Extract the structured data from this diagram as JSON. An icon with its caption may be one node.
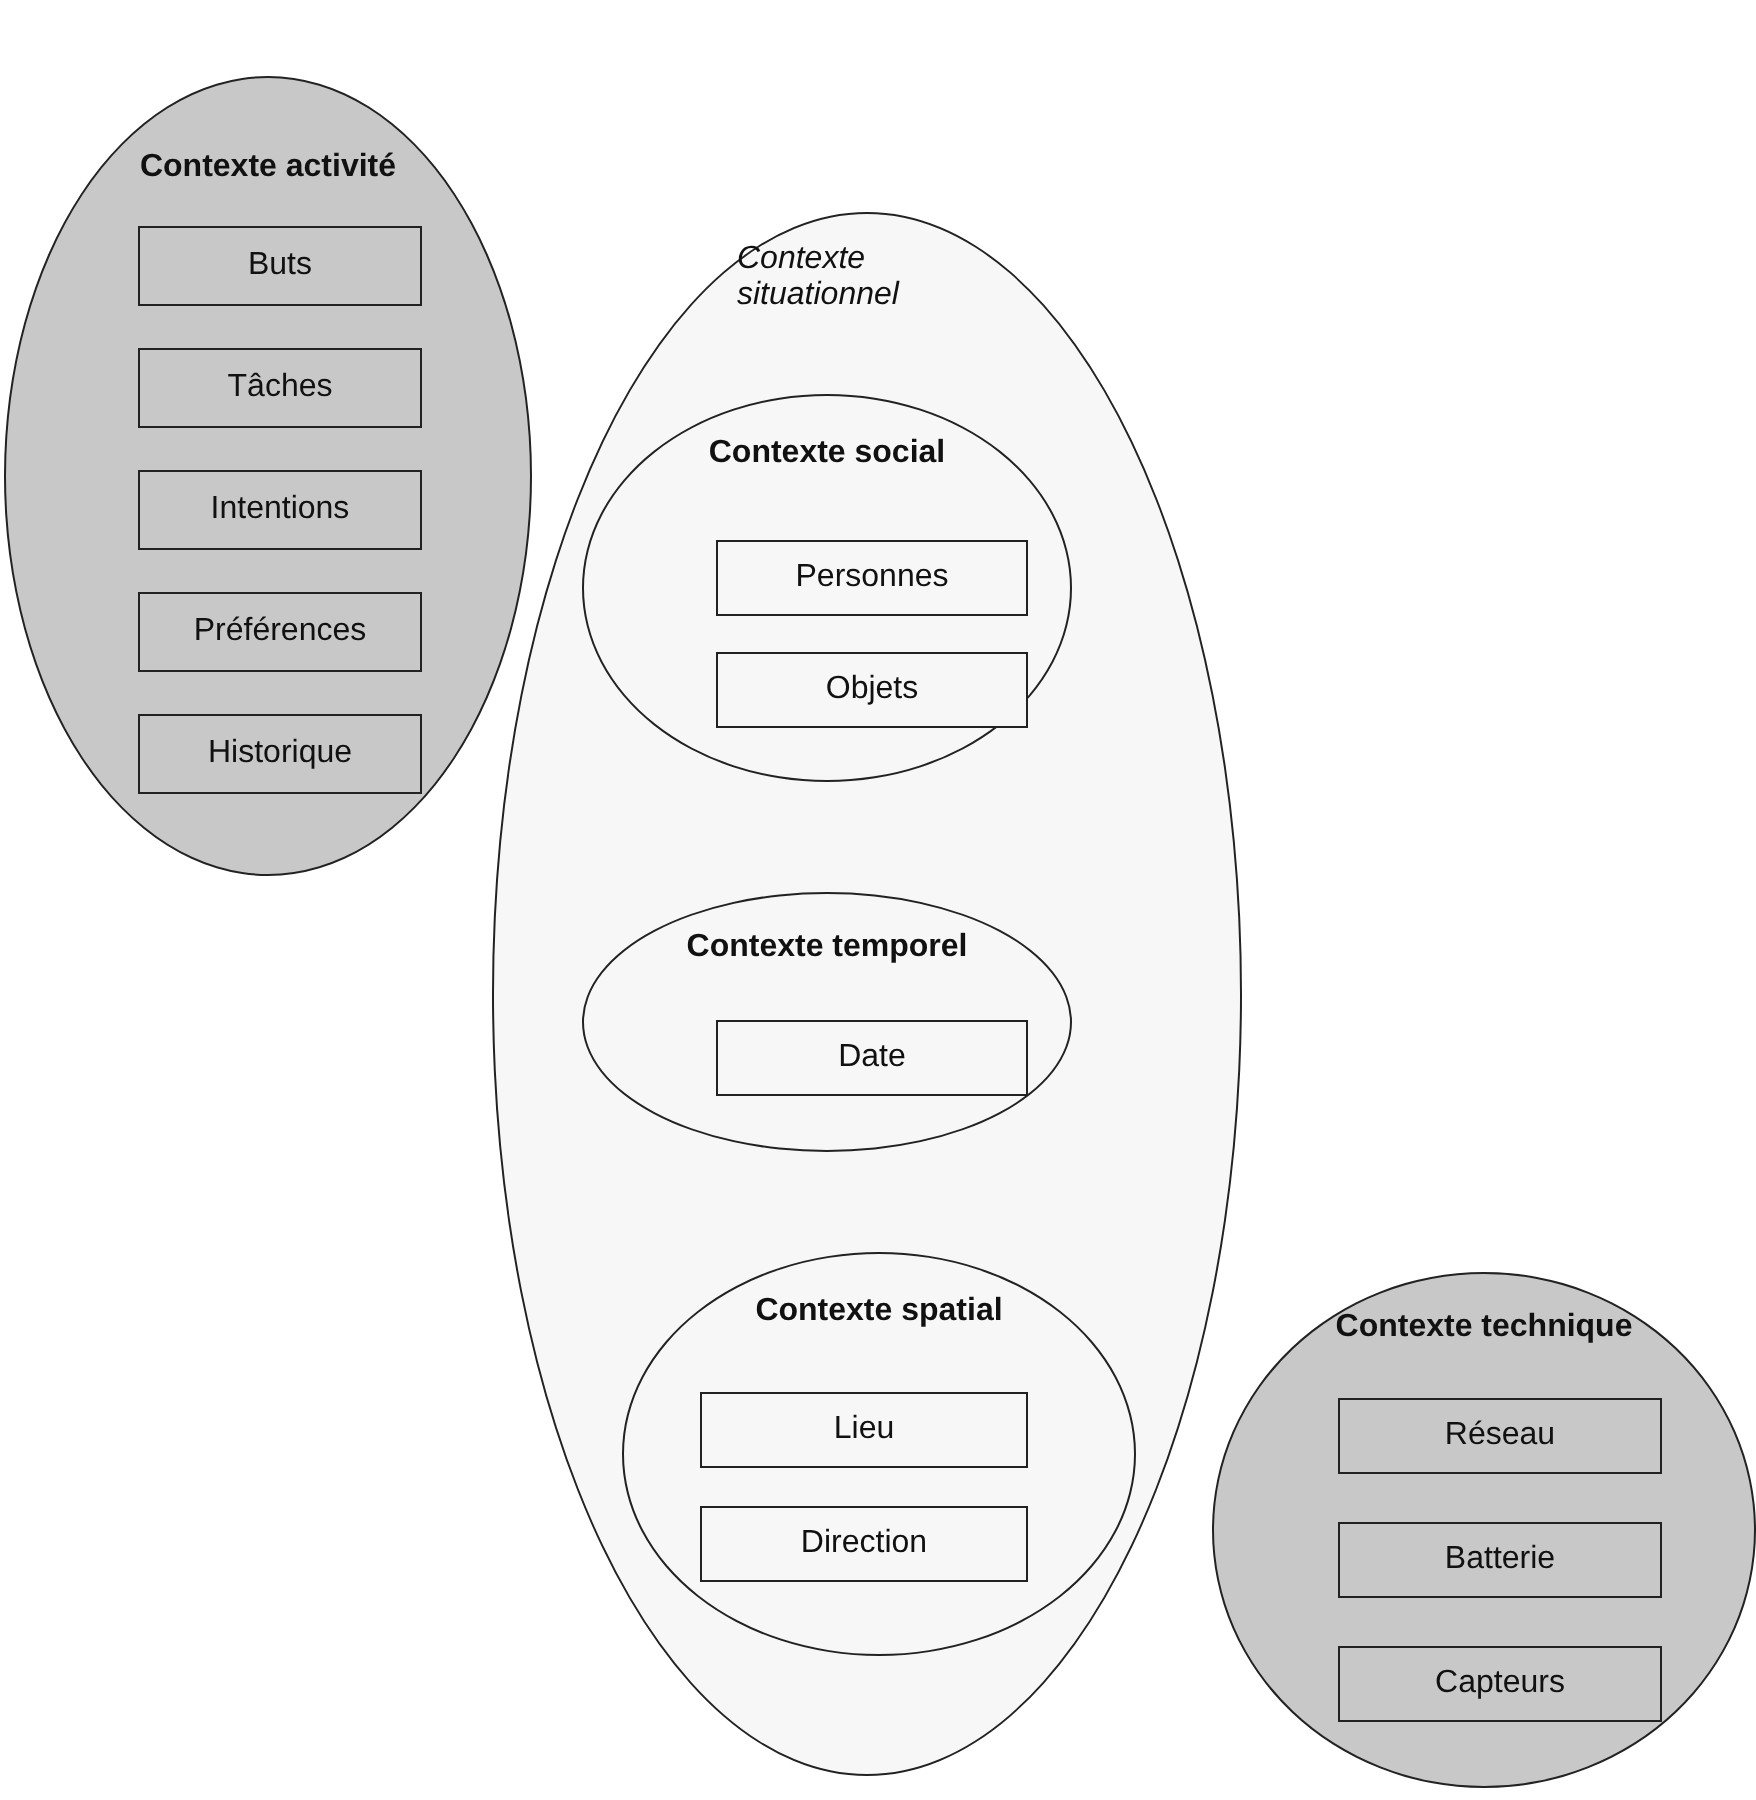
{
  "diagram": {
    "nodes": [
      {
        "text": [
          "Contexte activité"
        ]
      },
      {
        "text": [
          "Buts"
        ],
        "in": 0
      },
      {
        "text": [
          "Tâches"
        ],
        "in": 0
      },
      {
        "text": [
          "Intentions"
        ],
        "in": 0
      },
      {
        "text": [
          "Préférences"
        ],
        "in": 0
      },
      {
        "text": [
          "Historique"
        ],
        "in": 0
      },
      {
        "text": [
          "Contexte situationnel"
        ]
      },
      {
        "text": [
          "Contexte social"
        ],
        "in": 6
      },
      {
        "text": [
          "Personnes"
        ],
        "in": 7
      },
      {
        "text": [
          "Objets"
        ],
        "in": 7
      },
      {
        "text": [
          "Contexte temporel"
        ],
        "in": 6
      },
      {
        "text": [
          "Date"
        ],
        "in": 10
      },
      {
        "text": [
          "Contexte spatial"
        ],
        "in": 6
      },
      {
        "text": [
          "Lieu"
        ],
        "in": 12
      },
      {
        "text": [
          "Direction"
        ],
        "in": 12
      },
      {
        "text": [
          "Contexte technique"
        ]
      },
      {
        "text": [
          "Réseau"
        ],
        "in": 15
      },
      {
        "text": [
          "Batterie"
        ],
        "in": 15
      },
      {
        "text": [
          "Capteurs"
        ],
        "in": 15
      }
    ],
    "edges": []
  }
}
